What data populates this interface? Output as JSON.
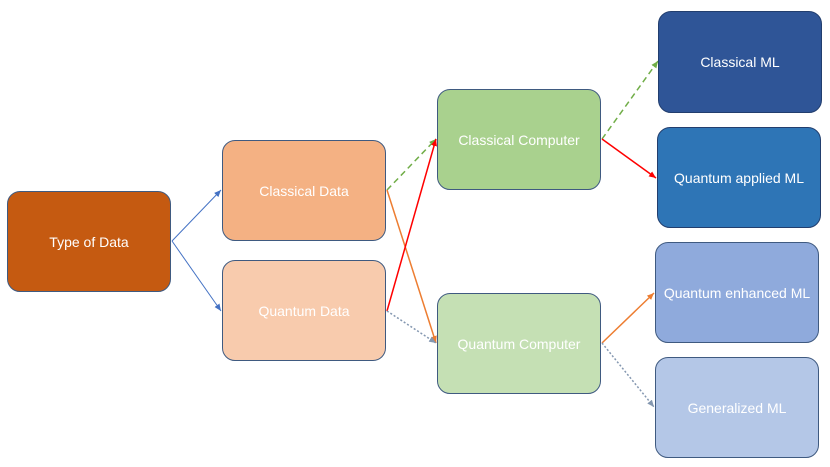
{
  "nodes": {
    "type_of_data": "Type of Data",
    "classical_data": "Classical Data",
    "quantum_data": "Quantum Data",
    "classical_computer": "Classical Computer",
    "quantum_computer": "Quantum Computer",
    "classical_ml": "Classical ML",
    "quantum_applied_ml": "Quantum applied ML",
    "quantum_enhanced_ml": "Quantum enhanced ML",
    "generalized_ml": "Generalized ML"
  },
  "edges": [
    {
      "from": "Type of Data",
      "to": "Classical Data",
      "style": "solid",
      "color": "#4472c4"
    },
    {
      "from": "Type of Data",
      "to": "Quantum Data",
      "style": "solid",
      "color": "#4472c4"
    },
    {
      "from": "Classical Data",
      "to": "Classical Computer",
      "style": "dashed",
      "color": "#70ad47"
    },
    {
      "from": "Classical Data",
      "to": "Quantum Computer",
      "style": "solid",
      "color": "#ed7d31"
    },
    {
      "from": "Quantum Data",
      "to": "Classical Computer",
      "style": "solid",
      "color": "#ff0000"
    },
    {
      "from": "Quantum Data",
      "to": "Quantum Computer",
      "style": "dotted",
      "color": "#8497b0"
    },
    {
      "from": "Classical Computer",
      "to": "Classical ML",
      "style": "dashed",
      "color": "#70ad47"
    },
    {
      "from": "Classical Computer",
      "to": "Quantum applied ML",
      "style": "solid",
      "color": "#ff0000"
    },
    {
      "from": "Quantum Computer",
      "to": "Quantum enhanced ML",
      "style": "solid",
      "color": "#ed7d31"
    },
    {
      "from": "Quantum Computer",
      "to": "Generalized ML",
      "style": "dotted",
      "color": "#8497b0"
    }
  ]
}
